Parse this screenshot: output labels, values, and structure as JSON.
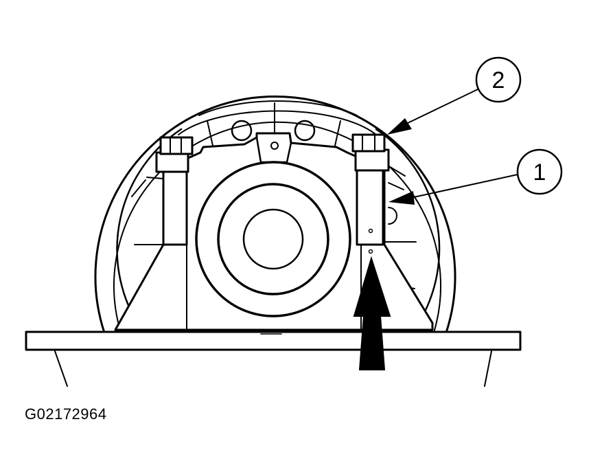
{
  "callouts": [
    {
      "number": "1"
    },
    {
      "number": "2"
    }
  ],
  "figure_code": "G02172964"
}
